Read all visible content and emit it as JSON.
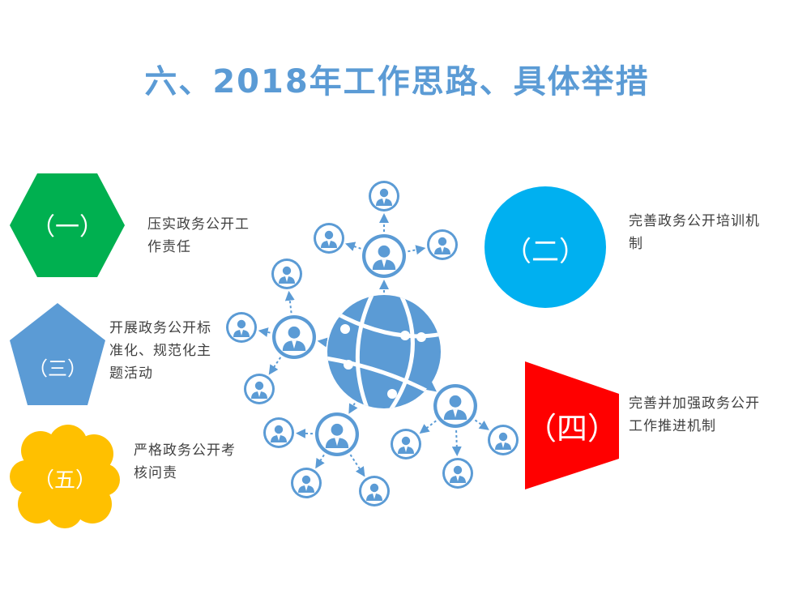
{
  "title": "六、2018年工作思路、具体举措",
  "items": [
    {
      "label": "（一）",
      "text_lines": [
        "压实政务公开工",
        "作责任"
      ],
      "color": "#00b050",
      "shape": "hexagon"
    },
    {
      "label": "（二）",
      "text_lines": [
        "完善政务公开培训机",
        "制"
      ],
      "color": "#00b0f0",
      "shape": "circle"
    },
    {
      "label": "（三）",
      "text_lines": [
        "开展政务公开标",
        "准化、规范化主",
        "题活动"
      ],
      "color": "#5b9bd5",
      "shape": "pentagon"
    },
    {
      "label": "（四）",
      "text_lines": [
        "完善并加强政务公开",
        "工作推进机制"
      ],
      "color": "#ff0000",
      "shape": "trapezoid"
    },
    {
      "label": "（五）",
      "text_lines": [
        "严格政务公开考",
        "核问责"
      ],
      "color": "#ffc000",
      "shape": "cloud"
    }
  ],
  "graphic": {
    "globe_color": "#5b9bd5",
    "person_icon": "person-icon",
    "globe_icon": "globe-icon"
  }
}
